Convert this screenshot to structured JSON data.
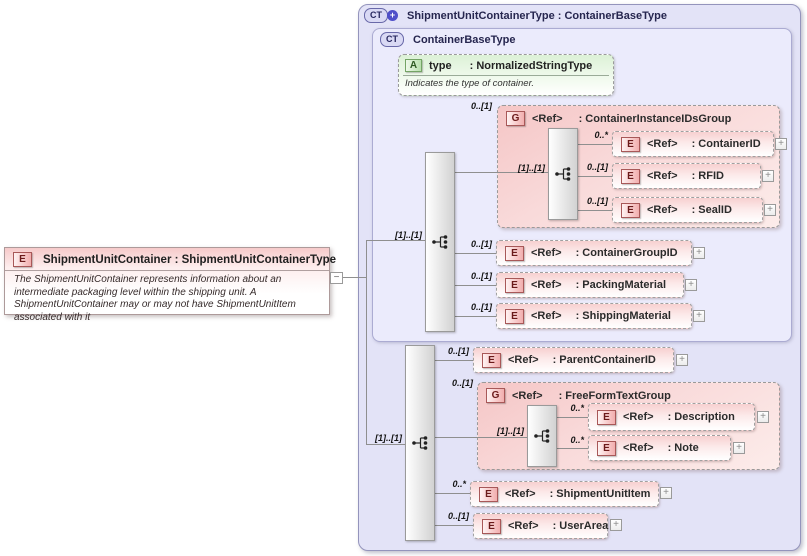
{
  "left_element": {
    "title": "ShipmentUnitContainer : ShipmentUnitContainerType",
    "annotation": "The ShipmentUnitContainer represents information about an intermediate packaging level within the shipping unit.  A ShipmentUnitContainer may or may not have ShipmentUnitItem associated with it"
  },
  "outer": {
    "title": "ShipmentUnitContainerType : ContainerBaseType"
  },
  "inner": {
    "title": "ContainerBaseType"
  },
  "attribute": {
    "name": "type",
    "type": ": NormalizedStringType",
    "annotation": "Indicates the type of container."
  },
  "labels": {
    "seq": "[1]..[1]"
  },
  "icons": {
    "element": "E",
    "group": "G",
    "attribute": "A",
    "complex_type": "CT",
    "plus_badge": "+",
    "expand": "+",
    "collapse": "−"
  },
  "nodes": {
    "container_instance_ids_group": {
      "occurs": "0..[1]",
      "ref": "<Ref>",
      "type": ": ContainerInstanceIDsGroup"
    },
    "container_id": {
      "occurs": "0..*",
      "ref": "<Ref>",
      "type": ": ContainerID"
    },
    "rfid": {
      "occurs": "0..[1]",
      "ref": "<Ref>",
      "type": ": RFID"
    },
    "seal_id": {
      "occurs": "0..[1]",
      "ref": "<Ref>",
      "type": ": SealID"
    },
    "container_group_id": {
      "occurs": "0..[1]",
      "ref": "<Ref>",
      "type": ": ContainerGroupID"
    },
    "packing_material": {
      "occurs": "0..[1]",
      "ref": "<Ref>",
      "type": ": PackingMaterial"
    },
    "shipping_material": {
      "occurs": "0..[1]",
      "ref": "<Ref>",
      "type": ": ShippingMaterial"
    },
    "parent_container_id": {
      "occurs": "0..[1]",
      "ref": "<Ref>",
      "type": ": ParentContainerID"
    },
    "free_form_text_group": {
      "occurs": "0..[1]",
      "ref": "<Ref>",
      "type": ": FreeFormTextGroup"
    },
    "description": {
      "occurs": "0..*",
      "ref": "<Ref>",
      "type": ": Description"
    },
    "note": {
      "occurs": "0..*",
      "ref": "<Ref>",
      "type": ": Note"
    },
    "shipment_unit_item": {
      "occurs": "0..*",
      "ref": "<Ref>",
      "type": ": ShipmentUnitItem"
    },
    "user_area": {
      "occurs": "0..[1]",
      "ref": "<Ref>",
      "type": ": UserArea"
    }
  },
  "colors": {
    "container_lavender": "#e3e3f7",
    "inner_lavender": "#ebebfc",
    "element_pink": "#f7d0d0",
    "group_pink": "#f5c6c6",
    "attribute_green": "#dcf1d6",
    "connector_gray": "#8f8f8f"
  }
}
